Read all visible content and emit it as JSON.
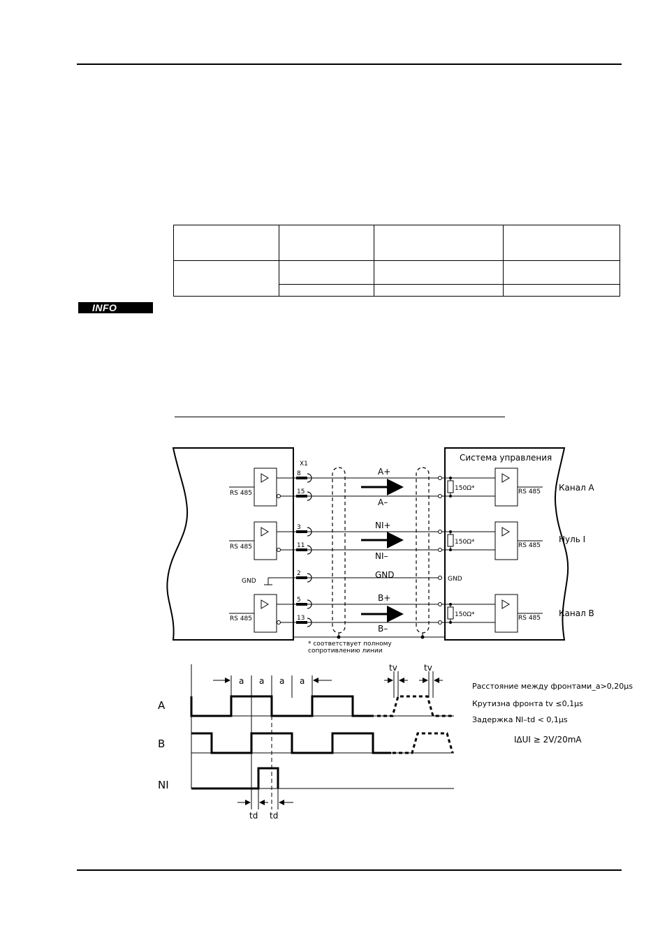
{
  "info_badge": "INFO",
  "wiring": {
    "connector": "X1",
    "pins": [
      "8",
      "15",
      "3",
      "11",
      "2",
      "5",
      "13"
    ],
    "drive_labels": [
      "RS 485",
      "RS 485",
      "RS 485"
    ],
    "gnd_left": "GND",
    "gnd_right": "GND",
    "control_system_title": "Система управления",
    "signals": [
      "A+",
      "A–",
      "NI+",
      "NI–",
      "GND",
      "B+",
      "B–"
    ],
    "resistors": [
      "150Ω*",
      "150Ω*",
      "150Ω*"
    ],
    "receiver_labels": [
      "RS 485",
      "RS 485",
      "RS 485"
    ],
    "channel_labels": [
      "Канал A",
      "Нуль I",
      "Канал B"
    ],
    "footnote": [
      "* соответствует полному",
      "сопротивлению линии"
    ]
  },
  "timing": {
    "row_labels": [
      "A",
      "B",
      "NI"
    ],
    "spacing_labels": [
      "a",
      "a",
      "a",
      "a"
    ],
    "tv_labels": [
      "tv",
      "tv"
    ],
    "td_labels": [
      "td",
      "td"
    ],
    "notes": [
      "Расстояние между фронтами_a>0,20µs",
      "Крутизна фронта tv ≤0,1µs",
      "Задержка NI–td < 0,1µs",
      "I∆UI ≥ 2V/20mA"
    ]
  }
}
